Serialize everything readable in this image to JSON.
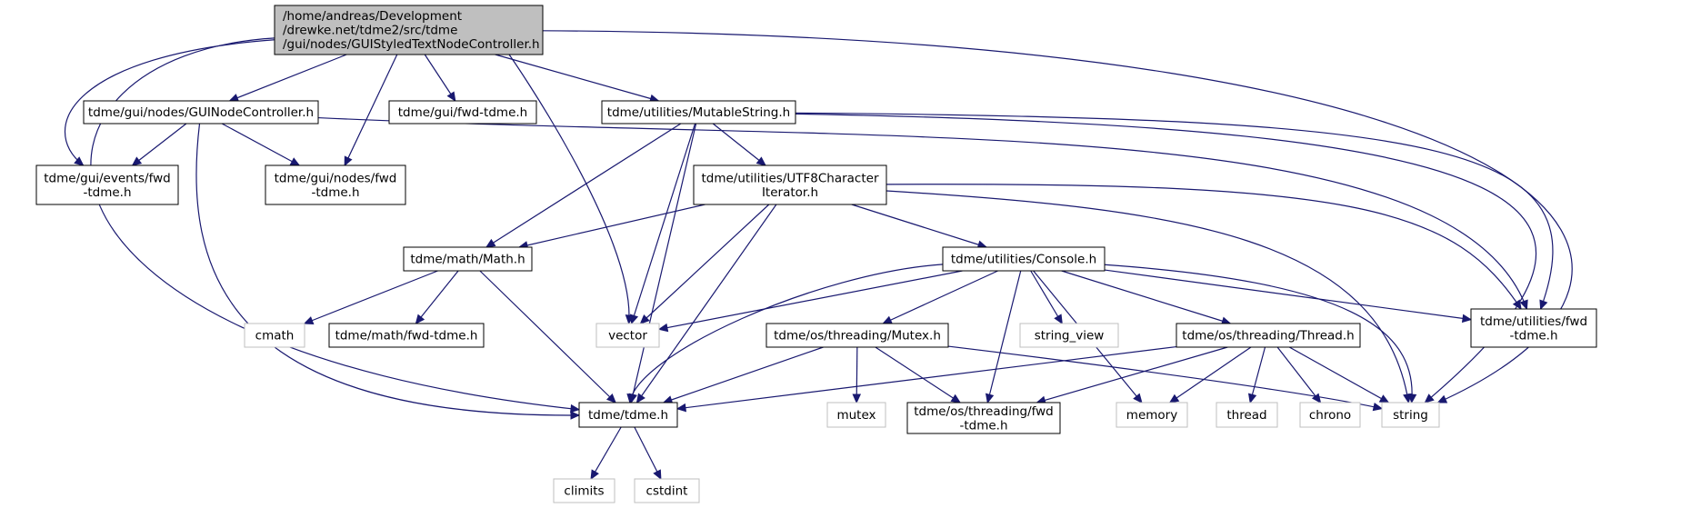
{
  "colors": {
    "edge": "#191970",
    "node_border": "#000000",
    "ext_border": "#bfbfbf",
    "root_fill": "#bfbfbf",
    "node_fill": "#ffffff",
    "text": "#000000"
  },
  "nodes": [
    {
      "id": "root",
      "kind": "root",
      "lines": [
        "/home/andreas/Development",
        "/drewke.net/tdme2/src/tdme",
        "/gui/nodes/GUIStyledTextNodeController.h"
      ]
    },
    {
      "id": "guinodecontroller",
      "kind": "internal",
      "lines": [
        "tdme/gui/nodes/GUINodeController.h"
      ]
    },
    {
      "id": "gui_fwd",
      "kind": "internal",
      "lines": [
        "tdme/gui/fwd-tdme.h"
      ]
    },
    {
      "id": "mutablestring",
      "kind": "internal",
      "lines": [
        "tdme/utilities/MutableString.h"
      ]
    },
    {
      "id": "events_fwd",
      "kind": "internal",
      "lines": [
        "tdme/gui/events/fwd",
        "-tdme.h"
      ]
    },
    {
      "id": "nodes_fwd",
      "kind": "internal",
      "lines": [
        "tdme/gui/nodes/fwd",
        "-tdme.h"
      ]
    },
    {
      "id": "utf8",
      "kind": "internal",
      "lines": [
        "tdme/utilities/UTF8Character",
        "Iterator.h"
      ]
    },
    {
      "id": "math",
      "kind": "internal",
      "lines": [
        "tdme/math/Math.h"
      ]
    },
    {
      "id": "console",
      "kind": "internal",
      "lines": [
        "tdme/utilities/Console.h"
      ]
    },
    {
      "id": "cmath",
      "kind": "external",
      "lines": [
        "cmath"
      ]
    },
    {
      "id": "math_fwd",
      "kind": "internal",
      "lines": [
        "tdme/math/fwd-tdme.h"
      ]
    },
    {
      "id": "vector",
      "kind": "external",
      "lines": [
        "vector"
      ]
    },
    {
      "id": "mutex",
      "kind": "internal",
      "lines": [
        "tdme/os/threading/Mutex.h"
      ]
    },
    {
      "id": "string_view",
      "kind": "external",
      "lines": [
        "string_view"
      ]
    },
    {
      "id": "thread_h",
      "kind": "internal",
      "lines": [
        "tdme/os/threading/Thread.h"
      ]
    },
    {
      "id": "util_fwd",
      "kind": "internal",
      "lines": [
        "tdme/utilities/fwd",
        "-tdme.h"
      ]
    },
    {
      "id": "tdme",
      "kind": "internal",
      "lines": [
        "tdme/tdme.h"
      ]
    },
    {
      "id": "mutex_std",
      "kind": "external",
      "lines": [
        "mutex"
      ]
    },
    {
      "id": "threading_fwd",
      "kind": "internal",
      "lines": [
        "tdme/os/threading/fwd",
        "-tdme.h"
      ]
    },
    {
      "id": "memory",
      "kind": "external",
      "lines": [
        "memory"
      ]
    },
    {
      "id": "thread_std",
      "kind": "external",
      "lines": [
        "thread"
      ]
    },
    {
      "id": "chrono",
      "kind": "external",
      "lines": [
        "chrono"
      ]
    },
    {
      "id": "string",
      "kind": "external",
      "lines": [
        "string"
      ]
    },
    {
      "id": "climits",
      "kind": "external",
      "lines": [
        "climits"
      ]
    },
    {
      "id": "cstdint",
      "kind": "external",
      "lines": [
        "cstdint"
      ]
    }
  ],
  "edges": [
    {
      "from": "root",
      "to": "guinodecontroller"
    },
    {
      "from": "root",
      "to": "gui_fwd"
    },
    {
      "from": "root",
      "to": "mutablestring"
    },
    {
      "from": "root",
      "to": "events_fwd"
    },
    {
      "from": "root",
      "to": "nodes_fwd"
    },
    {
      "from": "root",
      "to": "vector"
    },
    {
      "from": "root",
      "to": "tdme"
    },
    {
      "from": "root",
      "to": "string"
    },
    {
      "from": "guinodecontroller",
      "to": "events_fwd"
    },
    {
      "from": "guinodecontroller",
      "to": "nodes_fwd"
    },
    {
      "from": "guinodecontroller",
      "to": "tdme"
    },
    {
      "from": "guinodecontroller",
      "to": "util_fwd"
    },
    {
      "from": "mutablestring",
      "to": "utf8"
    },
    {
      "from": "mutablestring",
      "to": "math"
    },
    {
      "from": "mutablestring",
      "to": "vector"
    },
    {
      "from": "mutablestring",
      "to": "tdme"
    },
    {
      "from": "mutablestring",
      "to": "util_fwd"
    },
    {
      "from": "mutablestring",
      "to": "string"
    },
    {
      "from": "utf8",
      "to": "math"
    },
    {
      "from": "utf8",
      "to": "console"
    },
    {
      "from": "utf8",
      "to": "vector"
    },
    {
      "from": "utf8",
      "to": "tdme"
    },
    {
      "from": "utf8",
      "to": "util_fwd"
    },
    {
      "from": "utf8",
      "to": "string"
    },
    {
      "from": "math",
      "to": "cmath"
    },
    {
      "from": "math",
      "to": "math_fwd"
    },
    {
      "from": "math",
      "to": "tdme"
    },
    {
      "from": "console",
      "to": "vector"
    },
    {
      "from": "console",
      "to": "mutex"
    },
    {
      "from": "console",
      "to": "string_view"
    },
    {
      "from": "console",
      "to": "thread_h"
    },
    {
      "from": "console",
      "to": "util_fwd"
    },
    {
      "from": "console",
      "to": "tdme"
    },
    {
      "from": "console",
      "to": "threading_fwd"
    },
    {
      "from": "console",
      "to": "memory"
    },
    {
      "from": "console",
      "to": "string"
    },
    {
      "from": "mutex",
      "to": "tdme"
    },
    {
      "from": "mutex",
      "to": "mutex_std"
    },
    {
      "from": "mutex",
      "to": "threading_fwd"
    },
    {
      "from": "mutex",
      "to": "string"
    },
    {
      "from": "thread_h",
      "to": "tdme"
    },
    {
      "from": "thread_h",
      "to": "threading_fwd"
    },
    {
      "from": "thread_h",
      "to": "memory"
    },
    {
      "from": "thread_h",
      "to": "thread_std"
    },
    {
      "from": "thread_h",
      "to": "chrono"
    },
    {
      "from": "thread_h",
      "to": "string"
    },
    {
      "from": "tdme",
      "to": "climits"
    },
    {
      "from": "tdme",
      "to": "cstdint"
    }
  ]
}
